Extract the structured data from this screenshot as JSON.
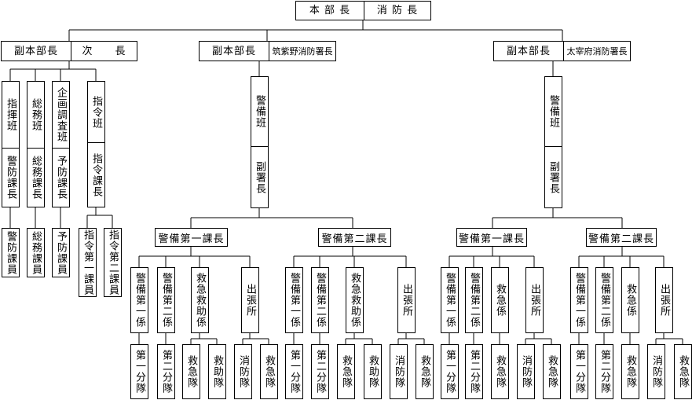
{
  "top": {
    "left": "本 部 長",
    "right": "消 防 長"
  },
  "left_group": {
    "head_left": "副本部長",
    "head_right": "次　　長",
    "cols": [
      {
        "top": "指揮班",
        "mid": "警防課長",
        "bottom": "警防課員"
      },
      {
        "top": "総務班",
        "mid": "総務課長",
        "bottom": "総務課員"
      },
      {
        "top": "企画調査班",
        "mid": "予防課長",
        "bottom": "予防課員"
      },
      {
        "top": "指令班",
        "mid": "指令課長",
        "subs": [
          "指令第一課員",
          "指令第二課員"
        ]
      }
    ]
  },
  "mid_group": {
    "head_left": "副本部長",
    "head_right": "筑紫野消防署長",
    "pillar_top": "警備班",
    "pillar_bottom": "副署長",
    "sections": [
      {
        "title": "警備第一課長",
        "units": [
          {
            "name": "警備第一係",
            "subs": [
              "第一分隊"
            ]
          },
          {
            "name": "警備第二係",
            "subs": [
              "第二分隊"
            ]
          },
          {
            "name": "救急救助係",
            "subs": [
              "救急隊",
              "救助隊"
            ]
          },
          {
            "name": "出張所",
            "subs": [
              "消防隊",
              "救急隊"
            ]
          }
        ]
      },
      {
        "title": "警備第二課長",
        "units": [
          {
            "name": "警備第一係",
            "subs": [
              "第一分隊"
            ]
          },
          {
            "name": "警備第二係",
            "subs": [
              "第二分隊"
            ]
          },
          {
            "name": "救急救助係",
            "subs": [
              "救急隊",
              "救助隊"
            ]
          },
          {
            "name": "出張所",
            "subs": [
              "消防隊",
              "救急隊"
            ]
          }
        ]
      }
    ]
  },
  "right_group": {
    "head_left": "副本部長",
    "head_right": "太宰府消防署長",
    "pillar_top": "警備班",
    "pillar_bottom": "副署長",
    "sections": [
      {
        "title": "警備第一課長",
        "units": [
          {
            "name": "警備第一係",
            "subs": [
              "第一分隊"
            ]
          },
          {
            "name": "警備第二係",
            "subs": [
              "第二分隊"
            ]
          },
          {
            "name": "救急係",
            "subs": [
              "救急隊"
            ]
          },
          {
            "name": "出張所",
            "subs": [
              "消防隊",
              "救急隊"
            ]
          }
        ]
      },
      {
        "title": "警備第二課長",
        "units": [
          {
            "name": "警備第一係",
            "subs": [
              "第一分隊"
            ]
          },
          {
            "name": "警備第二係",
            "subs": [
              "第二分隊"
            ]
          },
          {
            "name": "救急係",
            "subs": [
              "救急隊"
            ]
          },
          {
            "name": "出張所",
            "subs": [
              "消防隊",
              "救急隊"
            ]
          }
        ]
      }
    ]
  }
}
